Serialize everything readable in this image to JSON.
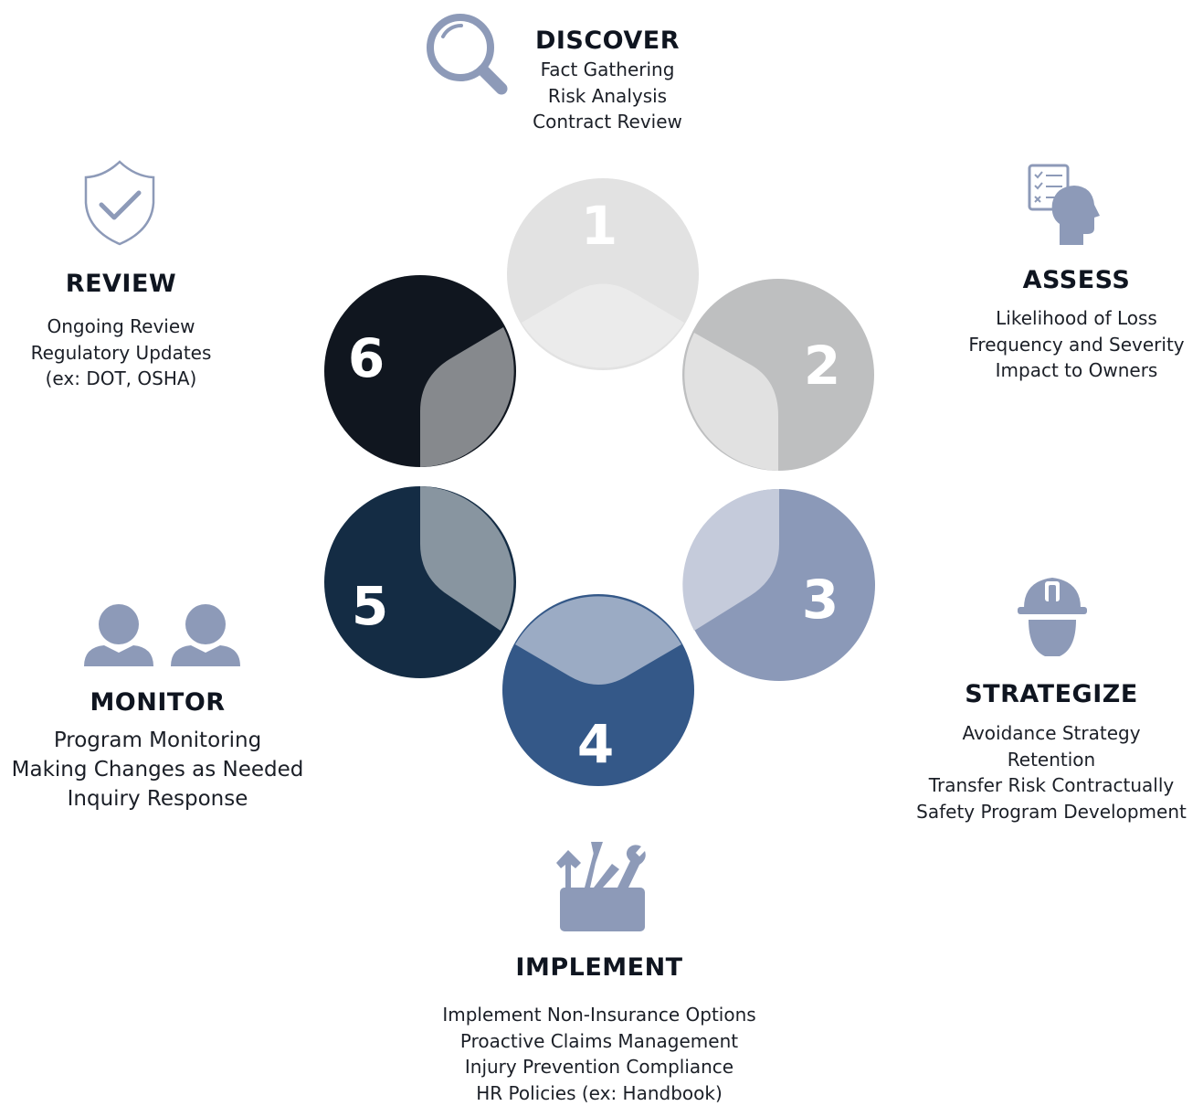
{
  "colors": {
    "icon": "#8d9ab8",
    "circle_1": "#e2e2e2",
    "circle_2": "#bebfc0",
    "circle_3": "#8b99b8",
    "circle_4": "#345888",
    "circle_5": "#142c44",
    "circle_6": "#10161f"
  },
  "steps": [
    {
      "number": "1",
      "title": "DISCOVER",
      "icon": "magnifier-icon",
      "lines": [
        "Fact Gathering",
        "Risk Analysis",
        "Contract Review"
      ]
    },
    {
      "number": "2",
      "title": "ASSESS",
      "icon": "checklist-head-icon",
      "lines": [
        "Likelihood of Loss",
        "Frequency and Severity",
        "Impact to Owners"
      ]
    },
    {
      "number": "3",
      "title": "STRATEGIZE",
      "icon": "hard-hat-worker-icon",
      "lines": [
        "Avoidance Strategy",
        "Retention",
        "Transfer Risk Contractually",
        "Safety Program Development"
      ]
    },
    {
      "number": "4",
      "title": "IMPLEMENT",
      "icon": "toolbox-icon",
      "lines": [
        "Implement Non-Insurance Options",
        "Proactive Claims Management",
        "Injury Prevention Compliance",
        "HR Policies (ex: Handbook)"
      ]
    },
    {
      "number": "5",
      "title": "MONITOR",
      "icon": "two-people-icon",
      "lines": [
        "Program Monitoring",
        "Making Changes as Needed",
        "Inquiry Response"
      ]
    },
    {
      "number": "6",
      "title": "REVIEW",
      "icon": "shield-check-icon",
      "lines": [
        "Ongoing Review",
        "Regulatory Updates",
        "(ex: DOT, OSHA)"
      ]
    }
  ]
}
